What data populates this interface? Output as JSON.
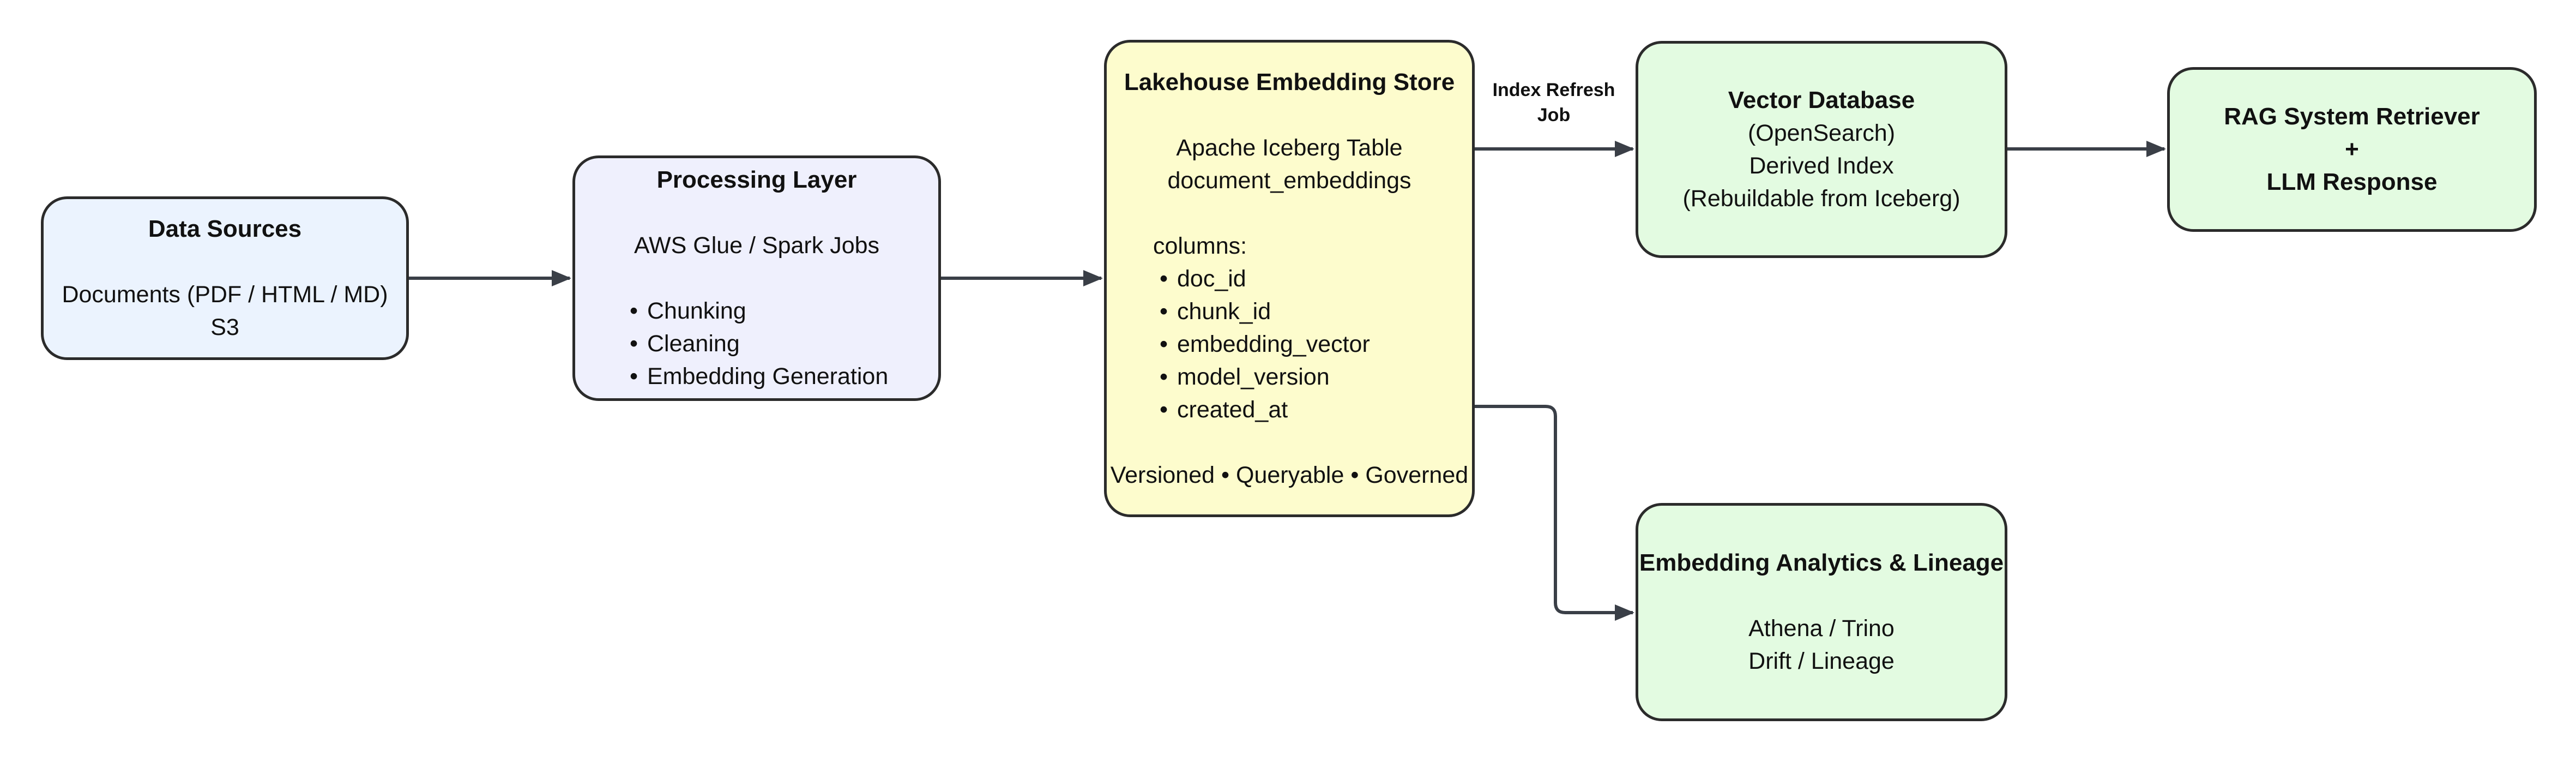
{
  "colors": {
    "stroke": "#2b2b2b",
    "arrow": "#3a3f47",
    "data_sources_fill": "#ebf3fe",
    "processing_fill": "#eff0fd",
    "lakehouse_fill": "#fdfccd",
    "green_fill": "#e3fbe1"
  },
  "nodes": {
    "data_sources": {
      "title": "Data Sources",
      "lines": [
        "Documents (PDF / HTML / MD)",
        "S3"
      ]
    },
    "processing": {
      "title": "Processing Layer",
      "subtitle": "AWS Glue / Spark Jobs",
      "bullets": [
        "Chunking",
        "Cleaning",
        "Embedding Generation"
      ]
    },
    "lakehouse": {
      "title": "Lakehouse Embedding Store",
      "lines": [
        "Apache Iceberg Table",
        "document_embeddings"
      ],
      "columns_label": "columns:",
      "columns": [
        "doc_id",
        "chunk_id",
        "embedding_vector",
        "model_version",
        "created_at"
      ],
      "footer": "Versioned • Queryable • Governed"
    },
    "vector_db": {
      "title": "Vector Database",
      "lines": [
        "(OpenSearch)",
        "Derived Index",
        "(Rebuildable from Iceberg)"
      ]
    },
    "rag": {
      "title_line1": "RAG System Retriever",
      "title_line2": "+",
      "title_line3": "LLM Response"
    },
    "analytics": {
      "title": "Embedding Analytics & Lineage",
      "lines": [
        "Athena / Trino",
        "Drift / Lineage"
      ]
    }
  },
  "edge_labels": {
    "index_refresh_line1": "Index Refresh",
    "index_refresh_line2": "Job"
  }
}
